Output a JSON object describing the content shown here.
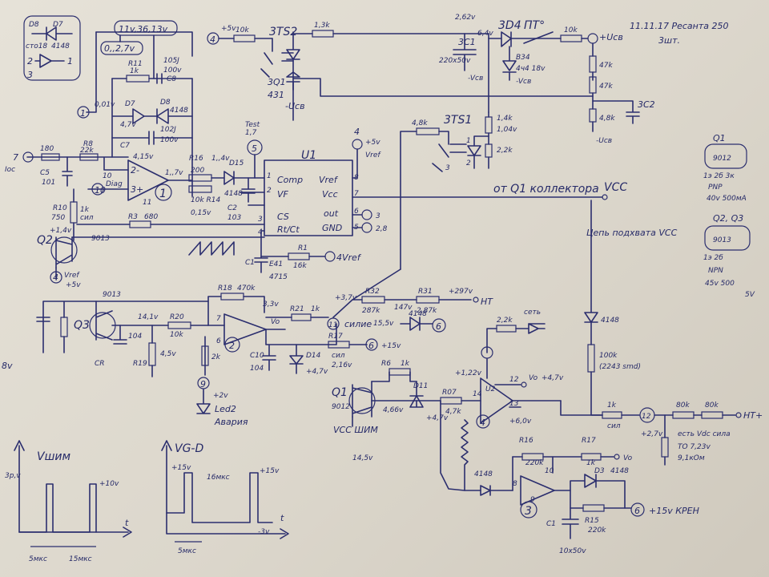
{
  "header": {
    "date_note": "11.11.17 Ресанта 250",
    "qty_note": "3шт."
  },
  "legend_top_left": {
    "d8": "D8",
    "d7": "D7",
    "d8_part": "сто18",
    "d7_part": "4148",
    "pin2": "2",
    "pin3": "3",
    "pin1": "1"
  },
  "dc_voltages": {
    "top_range": "11v,36,13v",
    "low_range": "0,,2,7v",
    "pin1_v": "0,01v",
    "pin4_v": "4,15v",
    "pin1_out_v": "1,,7v",
    "d7_v": "4,7v",
    "r16_v": "1,,4v",
    "cs_v": "0,15v",
    "test_v": "1,7",
    "q_pos": "+1,4v",
    "node_37": "+3,7v",
    "node_33": "3,3v",
    "node_14": "14,1v",
    "node_45": "4,5v",
    "node_216": "2,16v",
    "node_466": "4,66v",
    "node_122": "+1,22v",
    "node_q1": "14,5v",
    "node_47": "+4,7v",
    "node_60": "+6,0v",
    "node_27": "+2,7v",
    "node_262": "2,62v",
    "node_64": "6,4v",
    "node_104": "1,04v"
  },
  "labels": {
    "pin7_ioc": "7",
    "ioc_text": "Ioc",
    "r8": "R8",
    "r8_val": "22k",
    "r_180": "180",
    "c5": "C5",
    "c5_val": "101",
    "c7": "C7",
    "c7_val": "102J",
    "c7_v": "100v",
    "c8": "C8",
    "c8_val": "105J",
    "c8_v": "100v",
    "d7": "D7",
    "d8": "D8",
    "r11": "R11",
    "r11_val": "1k",
    "diag": "Diag",
    "r10": "R10",
    "r10_val": "1k",
    "r10_note": "сил",
    "r_750": "750",
    "r3": "R3",
    "r3_val": "680",
    "q2": "Q2",
    "q2_part": "9013",
    "vref_4": "4",
    "vref_pos": "+5v",
    "vref_text": "Vref",
    "r16": "R16",
    "r16_val": "200",
    "d15": "D15",
    "d15_part": "4148",
    "r_10k": "10k",
    "rc_note": "C2",
    "r_10k2": "10k R14",
    "c2": "C2",
    "c2_val": "103",
    "test": "Test",
    "u1": "U1",
    "pin_comp": "Comp",
    "pin_vf": "VF",
    "pin_cs": "CS",
    "pin_rtct": "Rt/Ct",
    "pin_vref": "Vref",
    "pin_vcc": "Vcc",
    "pin_out": "out",
    "pin_gnd": "GND",
    "u1_p1": "1",
    "u1_p2": "2",
    "u1_p3": "3",
    "u1_p4": "4",
    "u1_p8": "8",
    "u1_p7": "7",
    "u1_p6": "6",
    "u1_p5": "5",
    "u1_out3": "3",
    "u1_out28": "2,8",
    "vref4": "4",
    "vref_sup": "+5v",
    "vref_v": "Vref",
    "from_q1": "от Q1 коллектора",
    "vcc": "VCC",
    "c1": "C1",
    "c1_val": "E41",
    "c1_code": "4715",
    "r1": "R1",
    "r1_val": "16k",
    "vref_out": "4Vref",
    "r18": "R18",
    "r18_val": "470k",
    "q3": "Q3",
    "q3_part": "9013",
    "c_104": "104",
    "cr": "CR",
    "r20": "R20",
    "r20_val": "10k",
    "r19": "R19",
    "r21": "R21",
    "r21_val": "1k",
    "r32": "R32",
    "r32_val": "287k",
    "r31": "R31",
    "r31_val": "2,87k",
    "r31_mid": "147v",
    "r_297": "+297v",
    "ht": "HT",
    "sil": "силие",
    "sil_v": "15,5v",
    "d_4148": "4148",
    "pin6": "6",
    "pin11": "11",
    "opamp2_inp": "7",
    "opamp2_inm": "6",
    "opamp2_num": "2",
    "opamp2_vo": "Vo",
    "r_2k": "2k",
    "c10": "C10",
    "c10_val": "104",
    "d14": "D14",
    "d14_v": "4,7v",
    "r17_low": "R17",
    "r_sil": "сил",
    "pin6_b": "6",
    "pin6_b_v": "+15v",
    "led_num": "9",
    "led_pos": "+2v",
    "led": "Led2",
    "led_note": "Авария",
    "q1": "Q1",
    "q1_part": "9012",
    "vcc_shim": "VCC ШИМ",
    "r6": "R6",
    "r6_val": "1k",
    "d11": "D11",
    "r07": "R07",
    "r07_val": "4,7k",
    "u2": "U2",
    "u2_p14": "14",
    "u2_p12": "12",
    "u2_p13": "13",
    "u2_p4": "4",
    "u2_vo": "Vo",
    "r_22k": "2,2k",
    "set": "сеть",
    "d_4148b": "4148",
    "r_100k": "100k",
    "r_100k_note": "(2243 smd)",
    "chain": "Цепь подхвата VCC",
    "d_4148c": "4148",
    "r16b": "R16",
    "r16b_val": "220k",
    "r17b": "R17",
    "r17b_val": "1k",
    "r17b_out": "Vo",
    "d3": "D3",
    "d3_part": "4148",
    "u3_num": "3",
    "u3_p8": "8",
    "u3_p9": "9",
    "u3_p10": "10",
    "r15": "R15",
    "r15_val": "220k",
    "c1b": "C1",
    "c1b_val": "10x50v",
    "pin6_c": "6",
    "kren": "+15v КРЕН",
    "pin12": "12",
    "r_1k": "1k",
    "r_1k_note": "сил",
    "r_80k1": "80k",
    "r_80k2": "80k",
    "ht_out": "HT+",
    "vdc": "есть Vdc сила",
    "to_v": "ТО 7,23v",
    "to_r": "9,1кОм",
    "ts2": "3TS2",
    "pin4_top": "4",
    "pin4_sup": "+5v",
    "r_10k_top": "10k",
    "r_13k": "1,3k",
    "q_3q1": "3Q1",
    "q_431": "431",
    "q_vcb": "-Uсв",
    "c_3c1": "3C1",
    "c_3c1_val": "220x50v",
    "c_vcb": "-Vсв",
    "d_3d4": "3D4",
    "ntc": "ПТ°",
    "r_10k3": "10k",
    "ucb": "+Uсв",
    "dz": "В34",
    "dz_v": "4ч4 18v",
    "dz_vcb": "-Vсв",
    "r_47k_a": "47k",
    "r_47k_b": "47k",
    "r_48k": "4,8k",
    "c_3c2": "3C2",
    "c_vcb2": "-Uсв",
    "r_14k": "1,4k",
    "r_22k_b": "2,2k",
    "ts1": "3TS1",
    "r_48k_b": "4,8k",
    "ts1_p1": "1",
    "ts1_p2": "2",
    "ts1_p3": "3",
    "q1_box": "Q1",
    "q1_box_part": "9012",
    "q1_box_pins": "1э 2б 3к",
    "q1_box_type": "PNP",
    "q1_box_spec": "40v 500мА",
    "q23_box": "Q2, Q3",
    "q23_box_part": "9013",
    "q23_box_pins": "1э 2б",
    "q23_box_type": "NPN",
    "q23_box_spec": "45v 500",
    "q23_box_spec2": "5V",
    "left_8v": "8v"
  },
  "waveforms": {
    "shim_title": "Vшим",
    "shim_y": "3p,v",
    "shim_amp": "+10v",
    "shim_t": "t",
    "shim_a": "5мкс",
    "shim_b": "15мкс",
    "vgd_title": "VG-D",
    "vgd_a": "+15v",
    "vgd_b": "+15v",
    "vgd_mid": "16мкс",
    "vgd_neg": "-3v",
    "vgd_t": "t",
    "vgd_period": "5мкс"
  }
}
